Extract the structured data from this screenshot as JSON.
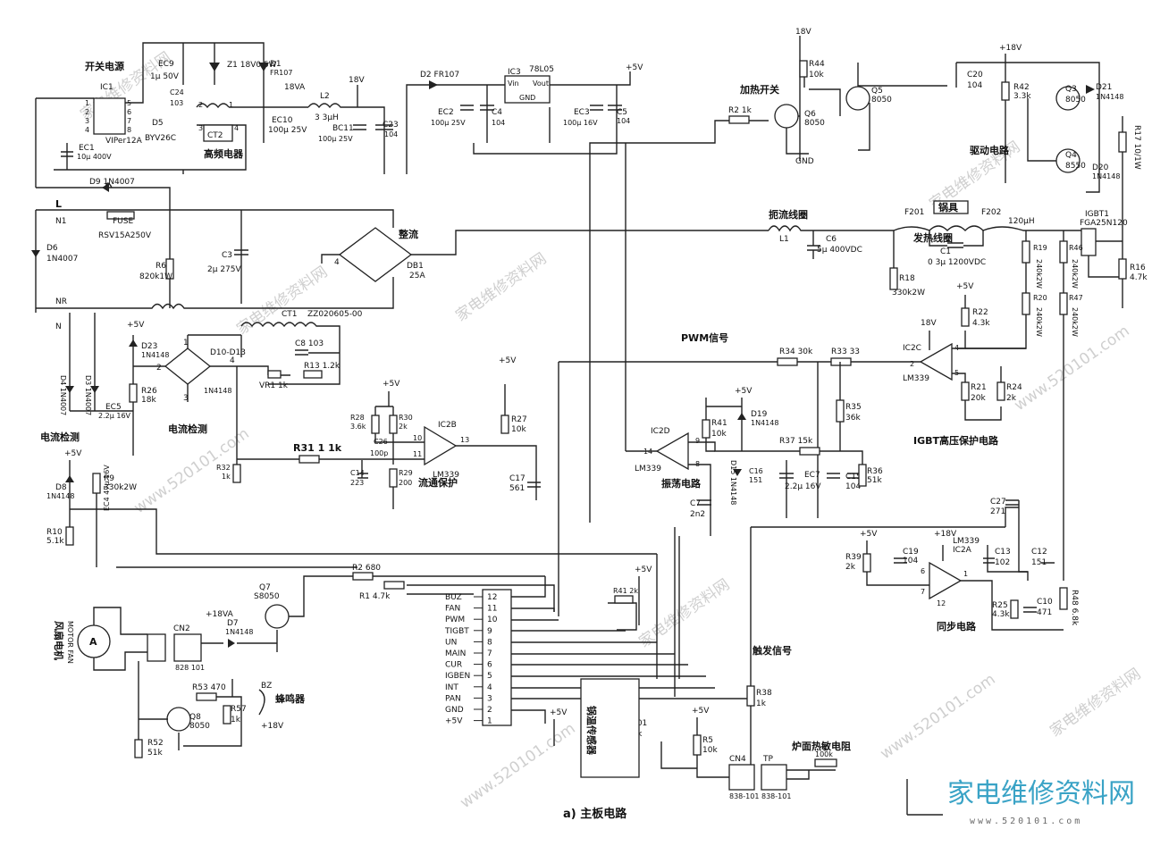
{
  "caption": "a) 主板电路",
  "sections": {
    "power": "开关电源",
    "hf_transformer": "高频电器",
    "rectifier": "整流",
    "heating_switch": "加热开关",
    "drive": "驱动电路",
    "choke_coil": "扼流线圈",
    "heating_coil": "发热线圈",
    "cookware": "锅具",
    "pwm": "PWM信号",
    "igbt_protect": "IGBT高压保护电路",
    "current_detect": "电流检测",
    "current_detect2": "电流检测",
    "overcurrent": "流通保护",
    "oscillation": "振荡电路",
    "sync": "同步电路",
    "trigger": "触发信号",
    "fan": "风扇电机",
    "fan_en": "MOTOR FAN",
    "buzzer": "蜂鸣器",
    "thermistor": "锅温传感器",
    "surface_sensor": "炉面热敏电阻"
  },
  "components": {
    "ic1": "IC1",
    "ic1_part": "VIPer12A",
    "ec9": "EC9",
    "ec9_v": "1μ 50V",
    "z1": "Z1 18V0.5W",
    "d1": "D1",
    "d1_p": "FR107",
    "c24": "C24",
    "c24_v": "103",
    "d5": "D5",
    "d5_p": "BYV26C",
    "ct2": "CT2",
    "ec1": "EC1",
    "ec1_v": "10μ 400V",
    "ec10": "EC10",
    "ec10_v": "100μ 25V",
    "l2": "L2",
    "l2_v": "3 3μH",
    "bc11": "BC11",
    "bc11_v": "100μ 25V",
    "c23": "C23",
    "c23_v": "104",
    "v18": "18V",
    "v18va": "18VA",
    "d2": "D2 FR107",
    "ic3": "IC3",
    "ic3_p": "78L05",
    "ec2": "EC2",
    "ec2_v": "100μ 25V",
    "c4": "C4",
    "c4_v": "104",
    "ec3": "EC3",
    "ec3_v": "100μ 16V",
    "c5": "C5",
    "c5_v": "104",
    "v5": "+5V",
    "r44": "R44",
    "r44_v": "10k",
    "q5": "Q5",
    "q5_p": "8050",
    "r2": "R2 1k",
    "q6": "Q6",
    "q6_p": "8050",
    "gnd": "GND",
    "c20": "C20",
    "c20_v": "104",
    "r42": "R42",
    "r42_v": "3.3k",
    "q3": "Q3",
    "q3_p": "8050",
    "d21": "D21",
    "d21_p": "1N4148",
    "q4": "Q4",
    "q4_p": "8550",
    "d20": "D20",
    "d20_p": "1N4148",
    "r17": "R17 10/1W",
    "d9": "D9 1N4007",
    "fuse": "FUSE",
    "fuse_p": "RSV15A250V",
    "n1": "N1",
    "l": "L",
    "n": "N",
    "nr": "NR",
    "d6": "D6",
    "d6_p": "1N4007",
    "r6": "R6",
    "r6_v": "820k1W",
    "c3": "C3",
    "c3_v": "2μ 275V",
    "db1": "DB1",
    "db1_v": "25A",
    "l1": "L1",
    "c6": "C6",
    "c6_v": "5μ 400VDC",
    "f201": "F201",
    "f202": "F202",
    "uh120": "120μH",
    "c1": "C1",
    "c1_v": "0 3μ 1200VDC",
    "igbt": "IGBT1",
    "igbt_p": "FGA25N120",
    "r19": "R19",
    "r19_v": "240k2W",
    "r46": "R46",
    "r46_v": "240k2W",
    "r16": "R16",
    "r16_v": "4.7k",
    "r18": "R18",
    "r18_v": "330k2W",
    "r20": "R20",
    "r20_v": "240k2W",
    "r47": "R47",
    "r47_v": "240k2W",
    "ct1": "CT1",
    "ct1_p": "ZZ020605-00",
    "d23": "D23",
    "d23_p": "1N4148",
    "d10": "D10-D13",
    "d10_p": "1N4148",
    "c8": "C8 103",
    "vr1": "VR1 1k",
    "r13": "R13 1.2k",
    "r26": "R26",
    "r26_v": "18k",
    "d4": "D4 1N4007",
    "d3": "D3 1N4007",
    "ec5": "EC5",
    "ec5_v": "2.2μ 16V",
    "r22": "R22",
    "r22_v": "4.3k",
    "ic2c": "IC2C",
    "ic2c_p": "LM339",
    "r21": "R21",
    "r21_v": "20k",
    "r24": "R24",
    "r24_v": "2k",
    "r34": "R34 30k",
    "r33": "R33 33",
    "r41": "R41",
    "r41_v": "10k",
    "d19": "D19",
    "d19_p": "1N4148",
    "r35": "R35",
    "r35_v": "36k",
    "r37": "R37 15k",
    "c16": "C16",
    "c16_v": "151",
    "ec7": "EC7",
    "ec7_v": "2.2μ 16V",
    "c15": "C15",
    "c15_v": "104",
    "r36": "R36",
    "r36_v": "51k",
    "ic2d": "IC2D",
    "ic2d_p": "LM339",
    "c7": "C7",
    "c7_v": "2n2",
    "d15": "D15 1N4148",
    "r28": "R28",
    "r28_v": "3.6k",
    "r30": "R30",
    "r30_v": "2k",
    "c26": "C26",
    "c26_v": "100p",
    "r29": "R29",
    "r29_v": "200",
    "c14": "C14",
    "c14_v": "223",
    "r31": "R31 1 1k",
    "r32": "R32",
    "r32_v": "1k",
    "ic2b": "IC2B",
    "ic2b_p": "LM339",
    "r27": "R27",
    "r27_v": "10k",
    "c17": "C17",
    "c17_v": "561",
    "d8": "D8",
    "d8_p": "1N4148",
    "r9": "R9",
    "r9_v": "330k2W",
    "r10": "R10",
    "r10_v": "5.1k",
    "ec4": "EC4 47μ 16V",
    "c27": "C27",
    "c27_v": "271",
    "r39": "R39",
    "r39_v": "2k",
    "c19": "C19",
    "c19_v": "104",
    "ic2a": "IC2A",
    "ic2a_p": "LM339",
    "c13": "C13",
    "c13_v": "102",
    "c12": "C12",
    "c12_v": "151",
    "c10": "C10",
    "c10_v": "471",
    "r25": "R25",
    "r25_v": "4.3k",
    "r48": "R48 6.8k",
    "r2b": "R2 680",
    "r1": "R1 4.7k",
    "q7": "Q7",
    "q7_p": "S8050",
    "d7": "D7",
    "d7_p": "1N4148",
    "cn2": "CN2",
    "cn2_p": "828 101",
    "r41b": "R41 2k",
    "r38": "R38",
    "r38_v": "1k",
    "r53": "R53 470",
    "bz": "BZ",
    "r57": "R57",
    "r57_v": "1k",
    "q8": "Q8",
    "q8_p": "8050",
    "r52": "R52",
    "r52_v": "51k",
    "rt201": "RT201",
    "rt201_v": "100k",
    "r5": "R5",
    "r5_v": "10k",
    "cn4": "CN4",
    "cn4_p": "838-101",
    "tp": "TP",
    "tp_p": "838-101",
    "rt_surface": "100k",
    "v18b": "+18V",
    "v18c": "18V",
    "v18d": "+18VA"
  },
  "connector": {
    "pins": [
      {
        "name": "BUZ",
        "num": "12"
      },
      {
        "name": "FAN",
        "num": "11"
      },
      {
        "name": "PWM",
        "num": "10"
      },
      {
        "name": "TIGBT",
        "num": "9"
      },
      {
        "name": "UN",
        "num": "8"
      },
      {
        "name": "MAIN",
        "num": "7"
      },
      {
        "name": "CUR",
        "num": "6"
      },
      {
        "name": "IGBEN",
        "num": "5"
      },
      {
        "name": "INT",
        "num": "4"
      },
      {
        "name": "PAN",
        "num": "3"
      },
      {
        "name": "GND",
        "num": "2"
      },
      {
        "name": "+5V",
        "num": "1"
      }
    ]
  },
  "watermark": {
    "cn": "家电维修资料网",
    "url": "www.520101.com",
    "logo": "家电维修资料网",
    "logo_url": "www.520101.com"
  }
}
